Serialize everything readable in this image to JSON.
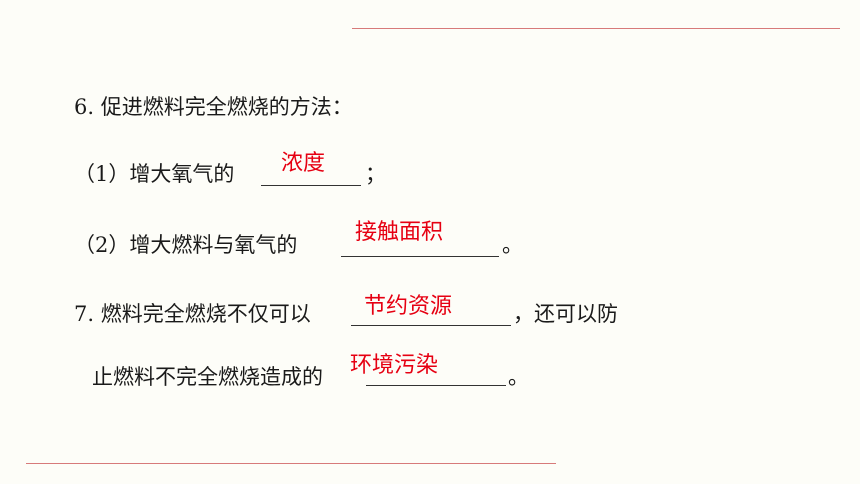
{
  "lines": {
    "q6_title": "6. 促进燃料完全燃烧的方法：",
    "q6_1_prefix": "（1）增大氧气的",
    "q6_1_suffix": "；",
    "q6_2_prefix": "（2）增大燃料与氧气的",
    "q6_2_suffix": "。",
    "q7_prefix": "7. 燃料完全燃烧不仅可以",
    "q7_middle": "，还可以防",
    "q7_cont_prefix": "止燃料不完全燃烧造成的",
    "q7_cont_suffix": "。"
  },
  "answers": {
    "a1": "浓度",
    "a2": "接触面积",
    "a3": "节约资源",
    "a4": "环境污染"
  },
  "colors": {
    "answer": "#e60012",
    "rule": "#d77a7a"
  }
}
